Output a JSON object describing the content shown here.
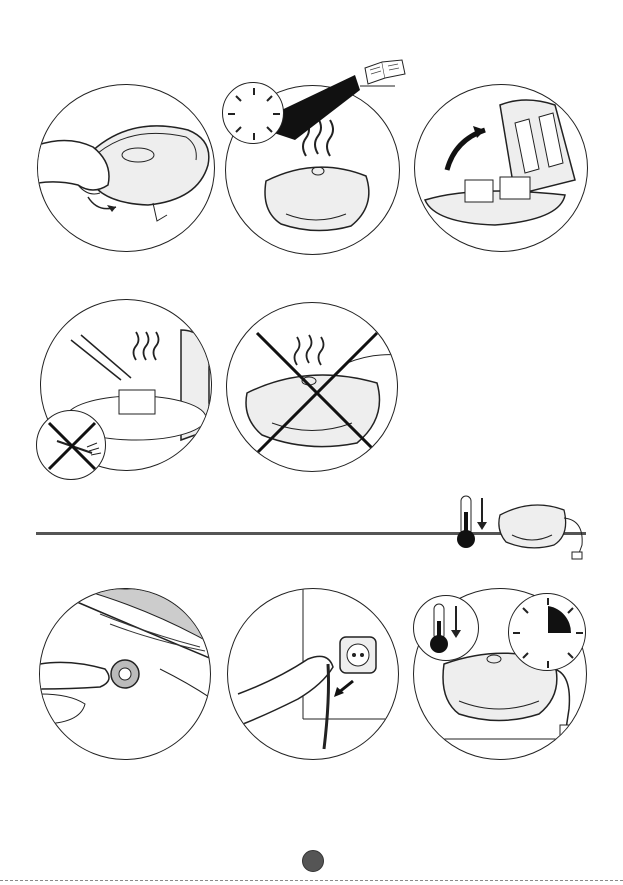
{
  "page": {
    "sections": [
      {
        "name": "usage",
        "steps": [
          "close-latch",
          "heating-timer",
          "open-with-sandwiches"
        ]
      },
      {
        "name": "serving",
        "steps": [
          "serve-with-tongs",
          "do-not-touch-hot"
        ]
      },
      {
        "name": "cleaning",
        "steps": [
          "press-release",
          "unplug",
          "cool-down"
        ]
      }
    ],
    "icons": {
      "manual": "open-book-icon",
      "thermometer": "thermometer-down-icon",
      "timer": "clock-dial-icon",
      "prohibited": "cross-icon"
    },
    "colors": {
      "line": "#222222",
      "fill_dark": "#111111",
      "divider": "#555555",
      "page_marker": "#555555"
    }
  }
}
